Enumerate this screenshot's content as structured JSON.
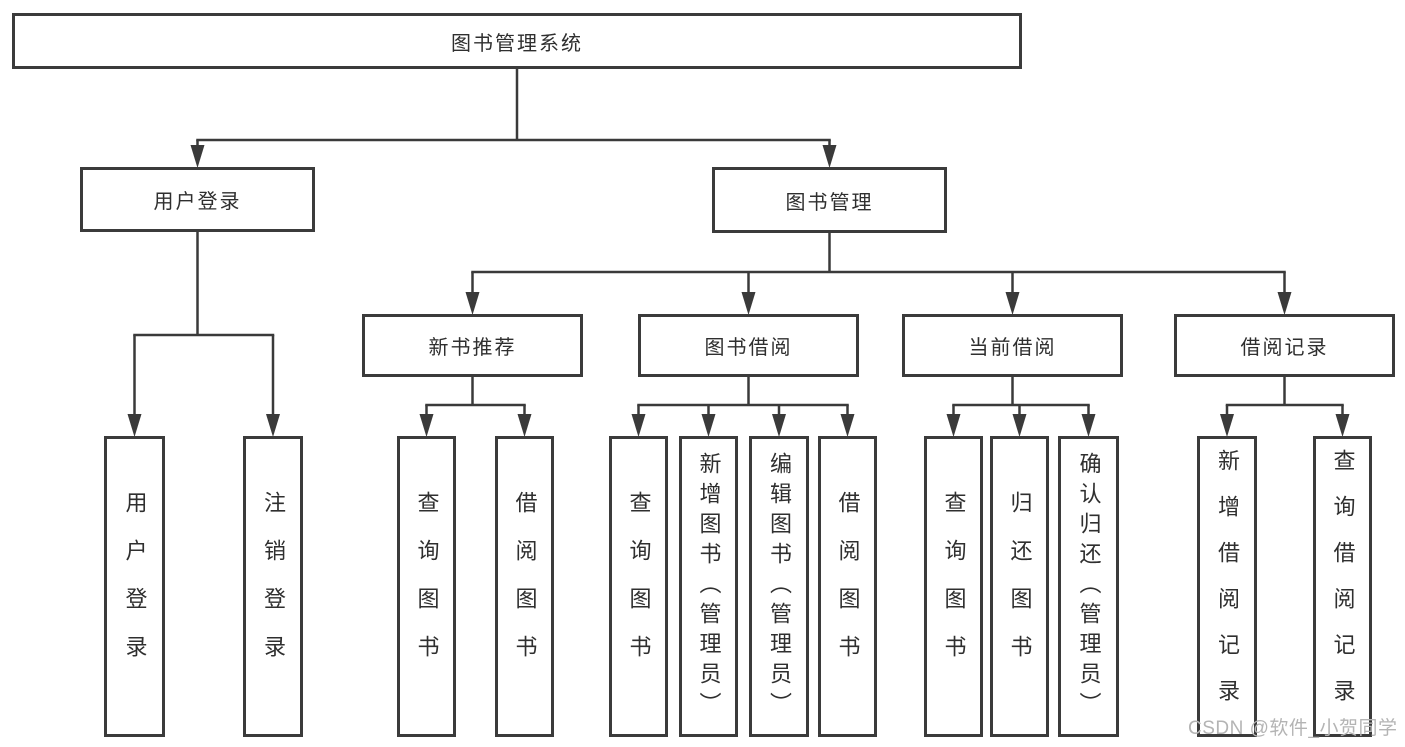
{
  "diagram": {
    "tree": {
      "id": "root",
      "label": "图书管理系统",
      "children": [
        {
          "id": "user-login",
          "label": "用户登录",
          "children": [
            {
              "id": "leaf-user-login",
              "label": "用户登录"
            },
            {
              "id": "leaf-logout",
              "label": "注销登录"
            }
          ]
        },
        {
          "id": "book-mgmt",
          "label": "图书管理",
          "children": [
            {
              "id": "new-book-rec",
              "label": "新书推荐",
              "children": [
                {
                  "id": "nbr-query",
                  "label": "查询图书"
                },
                {
                  "id": "nbr-borrow",
                  "label": "借阅图书"
                }
              ]
            },
            {
              "id": "book-borrow",
              "label": "图书借阅",
              "children": [
                {
                  "id": "bb-query",
                  "label": "查询图书"
                },
                {
                  "id": "bb-add",
                  "label": "新增图书（管理员）"
                },
                {
                  "id": "bb-edit",
                  "label": "编辑图书（管理员）"
                },
                {
                  "id": "bb-borrow",
                  "label": "借阅图书"
                }
              ]
            },
            {
              "id": "current-borrow",
              "label": "当前借阅",
              "children": [
                {
                  "id": "cb-query",
                  "label": "查询图书"
                },
                {
                  "id": "cb-return",
                  "label": "归还图书"
                },
                {
                  "id": "cb-confirm",
                  "label": "确认归还（管理员）"
                }
              ]
            },
            {
              "id": "borrow-records",
              "label": "借阅记录",
              "children": [
                {
                  "id": "br-add",
                  "label": "新增借阅记录"
                },
                {
                  "id": "br-query",
                  "label": "查询借阅记录"
                }
              ]
            }
          ]
        }
      ]
    },
    "watermark": "CSDN @软件_小贺同学"
  },
  "colors": {
    "background": "#ffffff",
    "line": "#3a3a3a",
    "box_border": "#3b3b3b",
    "text": "#2f2f2f",
    "watermark": "#b4b4b4"
  }
}
